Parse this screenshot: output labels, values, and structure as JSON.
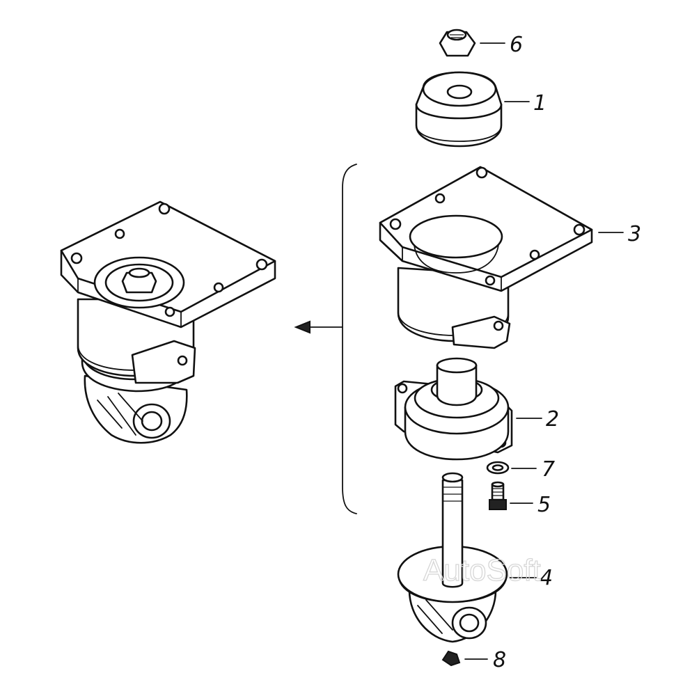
{
  "callouts": [
    {
      "id": "6",
      "label": "6"
    },
    {
      "id": "1",
      "label": "1"
    },
    {
      "id": "3",
      "label": "3"
    },
    {
      "id": "2",
      "label": "2"
    },
    {
      "id": "7",
      "label": "7"
    },
    {
      "id": "5",
      "label": "5"
    },
    {
      "id": "4",
      "label": "4"
    },
    {
      "id": "8",
      "label": "8"
    }
  ],
  "watermark": "AutoSoft",
  "colors": {
    "line": "#111111",
    "background": "#ffffff",
    "watermark": "#d6d6d6"
  }
}
